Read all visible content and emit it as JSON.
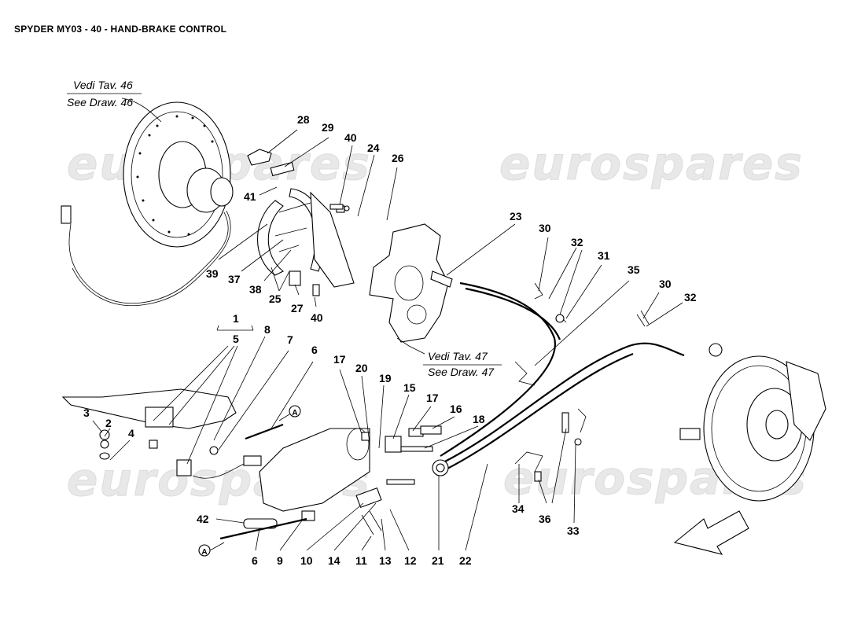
{
  "title": "SPYDER MY03 - 40 - HAND-BRAKE CONTROL",
  "watermark": "eurospares",
  "references": [
    {
      "id": "ref-46",
      "line1": "Vedi Tav. 46",
      "line2": "See Draw. 46"
    },
    {
      "id": "ref-47",
      "line1": "Vedi Tav. 47",
      "line2": "See Draw. 47"
    }
  ],
  "connector_marker": "A",
  "callouts": [
    "28",
    "29",
    "40",
    "24",
    "26",
    "41",
    "39",
    "37",
    "38",
    "25",
    "27",
    "40",
    "23",
    "30",
    "32",
    "31",
    "35",
    "30",
    "32",
    "1",
    "5",
    "8",
    "7",
    "6",
    "3",
    "2",
    "4",
    "17",
    "20",
    "19",
    "15",
    "17",
    "16",
    "18",
    "42",
    "6",
    "9",
    "10",
    "14",
    "11",
    "13",
    "12",
    "21",
    "22",
    "34",
    "36",
    "33"
  ]
}
